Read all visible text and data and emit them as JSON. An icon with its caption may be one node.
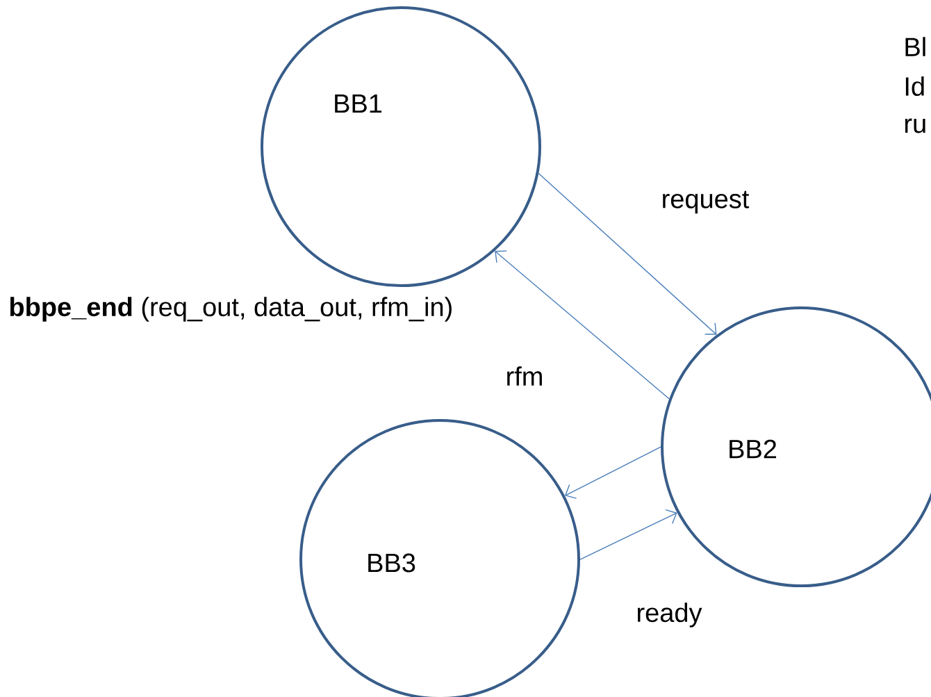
{
  "diagram": {
    "nodes": [
      {
        "text": [
          "BB1"
        ]
      },
      {
        "text": [
          "BB2"
        ]
      },
      {
        "text": [
          "BB3"
        ]
      }
    ],
    "edges": [
      {
        "from": 0,
        "to": 1,
        "arrow": "to",
        "label": "request"
      },
      {
        "from": 1,
        "to": 0,
        "arrow": "to",
        "label": "rfm"
      },
      {
        "from": 1,
        "to": 2,
        "arrow": "to"
      },
      {
        "from": 2,
        "to": 1,
        "arrow": "to",
        "label": "ready"
      }
    ],
    "labels": [
      "Bl",
      "Id",
      "ru",
      "**bbpe_end** (req_out, data_out, rfm_in)"
    ]
  }
}
